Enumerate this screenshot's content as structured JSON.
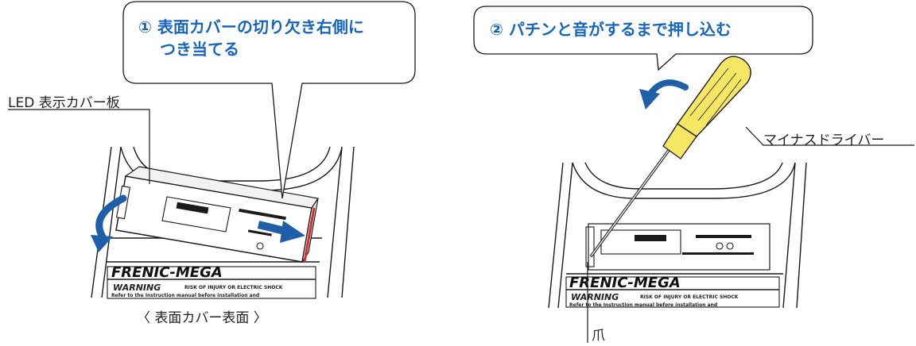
{
  "colors": {
    "accent": "#1565c0",
    "arrow": "#1f5fa8",
    "highlight": "#d32f2f",
    "handle": "#f5e663",
    "line": "#1a1a1a"
  },
  "step1": {
    "line1": "① 表面カバーの切り欠き右側に",
    "line2": "つき当てる"
  },
  "step2": {
    "text": "② パチンと音がするまで押し込む"
  },
  "labels": {
    "led_cover": "LED 表示カバー板",
    "screwdriver": "マイナスドライバー",
    "claw": "爪",
    "caption": "〈 表面カバー表面 〉"
  },
  "device_left": {
    "brand": "FRENIC-MEGA",
    "warning": "WARNING",
    "warning_note": "RISK OF INJURY OR ELECTRIC SHOCK",
    "warning_line": "Refer to the Instruction manual before installation and"
  },
  "device_right": {
    "brand": "FRENIC-MEGA",
    "warning": "WARNING",
    "warning_note": "RISK OF INJURY OR ELECTRIC SHOCK",
    "warning_line": "Refer to the Instruction manual before installation and"
  },
  "icons": {
    "rotate_left": "curved-rotate-arrow-icon",
    "push": "push-right-arrow-icon",
    "rotate_right": "curved-rotate-arrow-icon"
  }
}
